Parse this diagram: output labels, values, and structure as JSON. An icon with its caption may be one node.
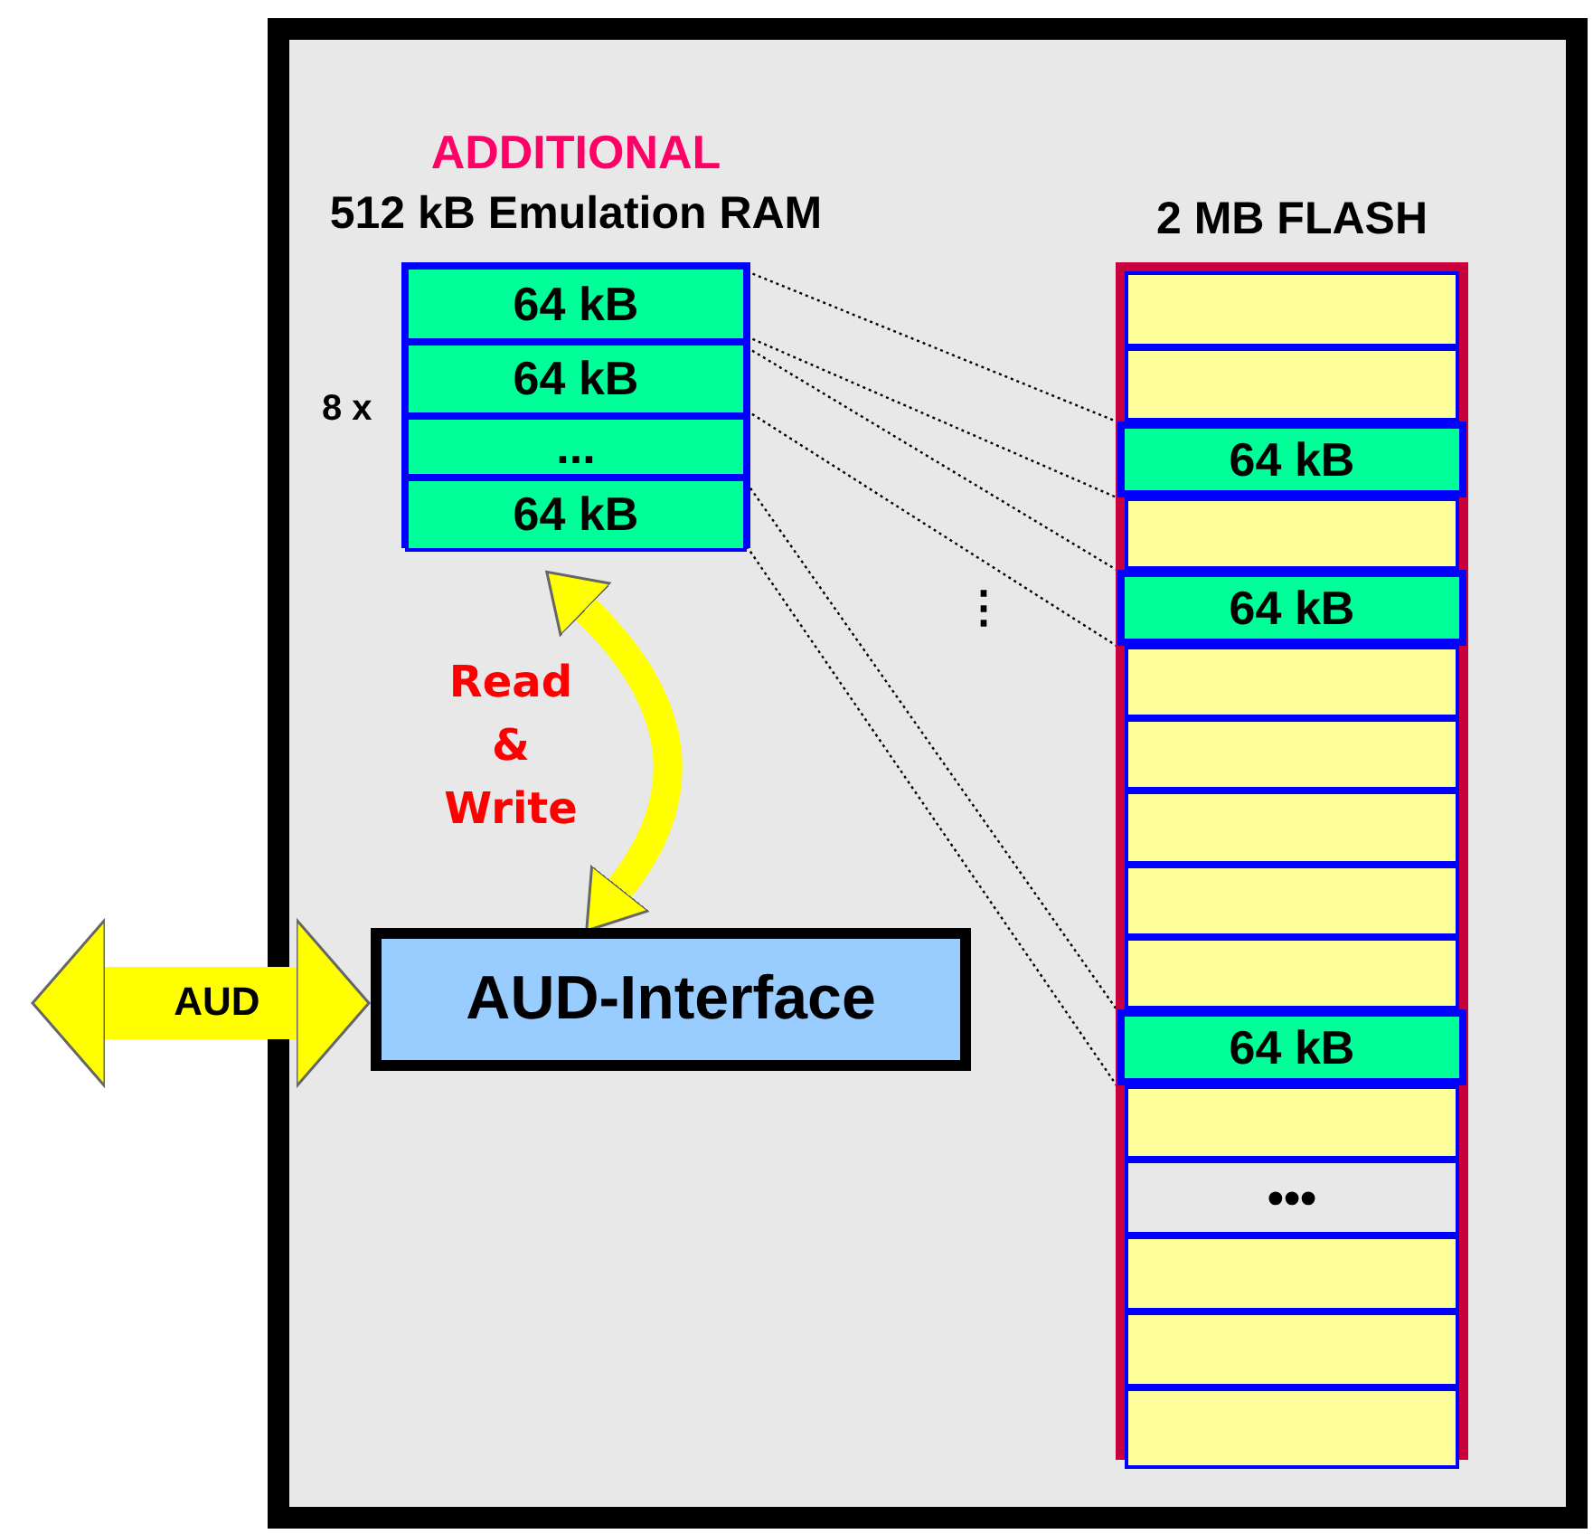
{
  "diagram": {
    "nodes": [
      {
        "text": [
          "ADDITIONAL",
          "512 kB Emulation RAM"
        ],
        "beside": [
          "8 x"
        ]
      },
      {
        "text": [
          "64 kB"
        ],
        "in": 0
      },
      {
        "text": [
          "64 kB"
        ],
        "in": 0
      },
      {
        "text": [
          "..."
        ],
        "in": 0
      },
      {
        "text": [
          "64 kB"
        ],
        "in": 0
      },
      {
        "text": [
          "2 MB FLASH"
        ]
      },
      {
        "text": [],
        "shape": "box",
        "in": 5
      },
      {
        "text": [],
        "shape": "box",
        "in": 5
      },
      {
        "text": [
          "64 kB"
        ],
        "in": 5
      },
      {
        "text": [],
        "shape": "box",
        "in": 5
      },
      {
        "text": [
          "64 kB"
        ],
        "in": 5
      },
      {
        "text": [],
        "shape": "box",
        "in": 5
      },
      {
        "text": [],
        "shape": "box",
        "in": 5
      },
      {
        "text": [],
        "shape": "box",
        "in": 5
      },
      {
        "text": [],
        "shape": "box",
        "in": 5
      },
      {
        "text": [],
        "shape": "box",
        "in": 5
      },
      {
        "text": [
          "64 kB"
        ],
        "in": 5
      },
      {
        "text": [],
        "shape": "box",
        "in": 5
      },
      {
        "text": [
          "•••"
        ],
        "in": 5
      },
      {
        "text": [],
        "shape": "box",
        "in": 5
      },
      {
        "text": [],
        "shape": "box",
        "in": 5
      },
      {
        "text": [],
        "shape": "box",
        "in": 5
      },
      {
        "text": [
          "AUD-Interface"
        ]
      }
    ],
    "edges": [
      {
        "from": 1,
        "to": 8,
        "arrow": "none",
        "style": "dashed"
      },
      {
        "from": 2,
        "to": 10,
        "arrow": "none",
        "style": "dashed"
      },
      {
        "from": 4,
        "to": 16,
        "arrow": "none",
        "style": "dashed"
      },
      {
        "from": 4,
        "to": 22,
        "arrow": "both",
        "label": "Read & Write",
        "style": "thick",
        "color": "#ffff00"
      },
      {
        "from": null,
        "to": 22,
        "arrow": "both",
        "label": "AUD",
        "style": "thick",
        "color": "#ffff00"
      }
    ],
    "labels": [
      "⋮"
    ]
  }
}
